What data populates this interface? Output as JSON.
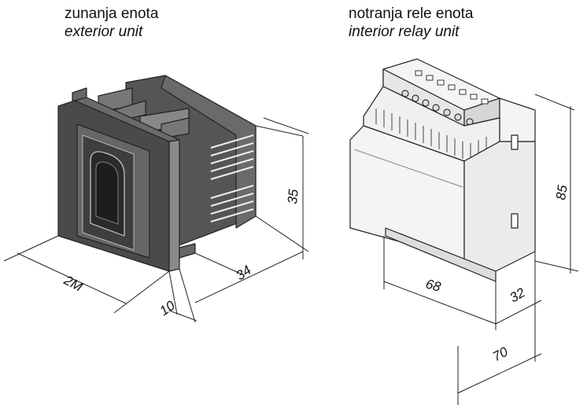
{
  "exterior": {
    "title": "zunanja enota",
    "subtitle": "exterior unit",
    "dimensions": {
      "width": "2M",
      "depth": "34",
      "height": "35",
      "front": "10"
    }
  },
  "interior": {
    "title": "notranja rele enota",
    "subtitle": "interior relay unit",
    "dimensions": {
      "width": "68",
      "depth": "32",
      "height": "85",
      "total_depth": "70"
    }
  }
}
